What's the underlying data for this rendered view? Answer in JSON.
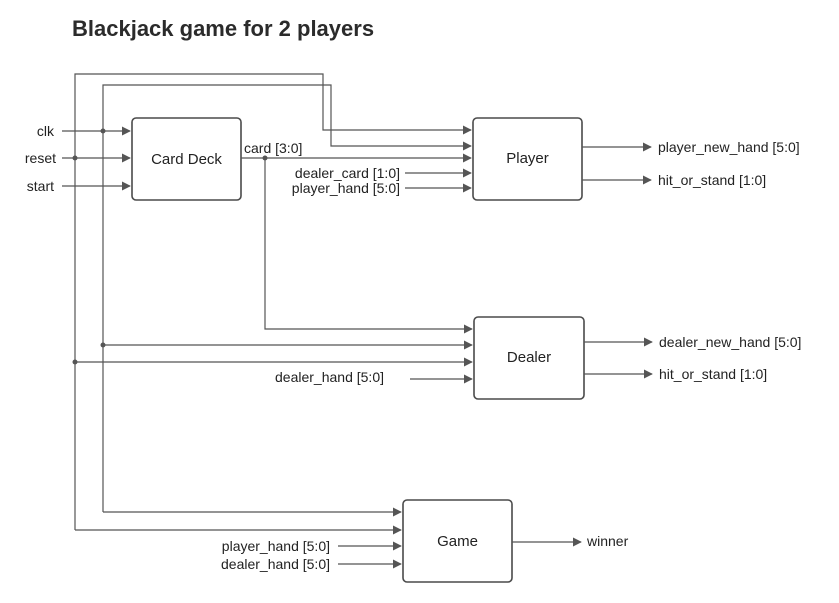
{
  "title": "Blackjack game for 2 players",
  "blocks": {
    "card_deck": "Card Deck",
    "player": "Player",
    "dealer": "Dealer",
    "game": "Game"
  },
  "signals": {
    "clk": "clk",
    "reset": "reset",
    "start": "start",
    "card": "card [3:0]",
    "dealer_card": "dealer_card [1:0]",
    "player_hand_in": "player_hand [5:0]",
    "player_new_hand": "player_new_hand [5:0]",
    "player_hit_or_stand": "hit_or_stand [1:0]",
    "dealer_hand_in": "dealer_hand [5:0]",
    "dealer_new_hand": "dealer_new_hand [5:0]",
    "dealer_hit_or_stand": "hit_or_stand [1:0]",
    "game_player_hand": "player_hand [5:0]",
    "game_dealer_hand": "dealer_hand [5:0]",
    "winner": "winner"
  }
}
